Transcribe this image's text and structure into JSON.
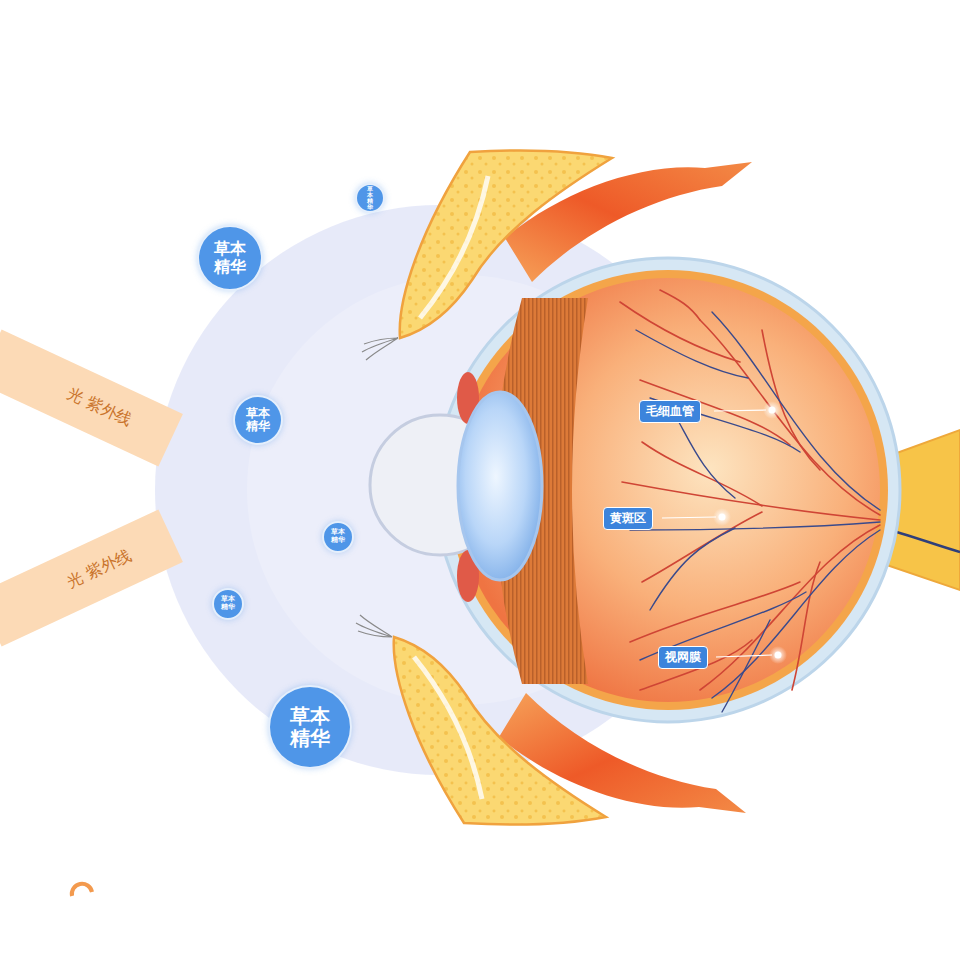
{
  "diagram": {
    "nodes": [
      {
        "text": [
          "草本精华"
        ]
      },
      {
        "text": [
          "草本精华"
        ]
      },
      {
        "text": [
          "光 紫外线"
        ]
      },
      {
        "text": [
          "草本精华"
        ]
      },
      {
        "text": [
          "毛细血管"
        ]
      },
      {
        "text": [
          "黄斑区"
        ]
      },
      {
        "text": [
          "草本精华"
        ]
      },
      {
        "text": [
          "光 紫外线"
        ]
      },
      {
        "text": [
          "草本精华"
        ]
      },
      {
        "text": [
          "视网膜"
        ]
      },
      {
        "text": [
          "草本精华"
        ]
      }
    ]
  }
}
